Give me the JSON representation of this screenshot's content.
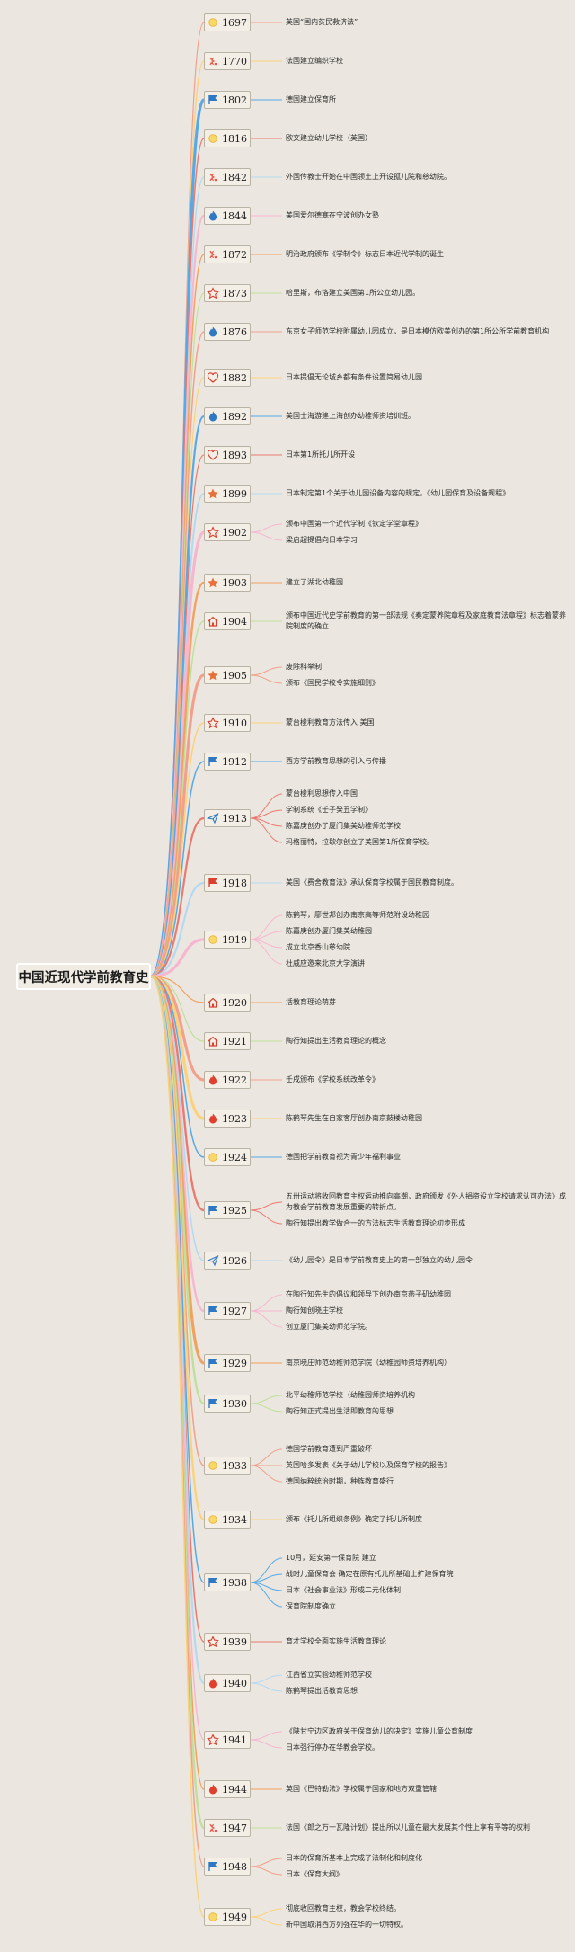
{
  "title": "中国近现代学前教育史",
  "colors": {
    "background": "#ebe7e0",
    "line_palette": [
      "#f2a08c",
      "#fbd27c",
      "#56a9e8",
      "#ea7a70",
      "#b3d9f2",
      "#f7b6d0",
      "#f2a25f",
      "#bfe09a"
    ],
    "node_border": "#b9b3a6"
  },
  "events": [
    {
      "year": "1697",
      "icon": "sun-icon",
      "items": [
        "英国“国内贫民救济法”"
      ]
    },
    {
      "year": "1770",
      "icon": "sparkle-icon",
      "items": [
        "法国建立编织学校"
      ]
    },
    {
      "year": "1802",
      "icon": "flag-icon",
      "items": [
        "德国建立保育所"
      ]
    },
    {
      "year": "1816",
      "icon": "sun-icon",
      "items": [
        "欧文建立幼儿学校（英国）"
      ]
    },
    {
      "year": "1842",
      "icon": "sparkle-icon",
      "items": [
        "外国传教士开始在中国领土上开设孤儿院和慈幼院。"
      ]
    },
    {
      "year": "1844",
      "icon": "flame-icon",
      "items": [
        "美国爱尔德塞在宁波创办女塾"
      ]
    },
    {
      "year": "1872",
      "icon": "sparkle-icon",
      "items": [
        "明治政府颁布《学制令》标志日本近代学制的诞生"
      ]
    },
    {
      "year": "1873",
      "icon": "star-outline-icon",
      "items": [
        "哈里斯，布洛建立美国第1所公立幼儿园。"
      ]
    },
    {
      "year": "1876",
      "icon": "flame-icon",
      "items": [
        "东京女子师范学校附属幼儿园成立，是日本模仿欧美创办的第1所公所学前教育机构"
      ]
    },
    {
      "year": "1882",
      "icon": "heart-icon",
      "items": [
        "日本提倡无论城乡都有条件设置简易幼儿园"
      ]
    },
    {
      "year": "1892",
      "icon": "flame-icon",
      "items": [
        "美国士海游建上海创办幼稚师资培训班。"
      ]
    },
    {
      "year": "1893",
      "icon": "heart-icon",
      "items": [
        "日本第1所托儿所开设"
      ]
    },
    {
      "year": "1899",
      "icon": "star-filled-icon",
      "items": [
        "日本制定第1个关于幼儿园设备内容的规定，《幼儿园保育及设备规程》"
      ]
    },
    {
      "year": "1902",
      "icon": "star-outline-icon",
      "items": [
        "颁布中国第一个近代学制《钦定学堂章程》",
        "梁启超提倡向日本学习"
      ]
    },
    {
      "year": "1903",
      "icon": "star-filled-icon",
      "items": [
        "建立了湖北幼稚园"
      ]
    },
    {
      "year": "1904",
      "icon": "house-icon",
      "items": [
        "颁布中国近代史学前教育的第一部法规《奏定蒙养院章程及家庭教育法章程》标志着蒙养院制度的确立"
      ]
    },
    {
      "year": "1905",
      "icon": "star-filled-icon",
      "items": [
        "废除科举制",
        "颁布《国民学校令实施细则》"
      ]
    },
    {
      "year": "1910",
      "icon": "star-outline-icon",
      "items": [
        "蒙台梭利教育方法传入 美国"
      ]
    },
    {
      "year": "1912",
      "icon": "flag-icon",
      "items": [
        "西方学前教育思想的引入与传播"
      ]
    },
    {
      "year": "1913",
      "icon": "plane-icon",
      "items": [
        "蒙台梭利思想传入中国",
        "学制系统《壬子癸丑学制》",
        "陈嘉庚创办了厦门集美幼稚师范学校",
        "玛格丽特，拉歇尔创立了美国第1所保育学校。"
      ]
    },
    {
      "year": "1918",
      "icon": "flag-red-icon",
      "items": [
        "美国《费舍教育法》承认保育学校属于国民教育制度。"
      ]
    },
    {
      "year": "1919",
      "icon": "sun-icon",
      "items": [
        "陈鹤琴，廖世邦创办南京高等师范附设幼稚园",
        "陈嘉庚创办厦门集美幼稚园",
        "成立北京香山慈幼院",
        "杜威应邀来北京大学演讲"
      ]
    },
    {
      "year": "1920",
      "icon": "house-icon",
      "items": [
        "活教育理论萌芽"
      ]
    },
    {
      "year": "1921",
      "icon": "house-icon",
      "items": [
        "陶行知提出生活教育理论的概念"
      ]
    },
    {
      "year": "1922",
      "icon": "flame-red-icon",
      "items": [
        "壬戌颁布《学校系统改革令》"
      ]
    },
    {
      "year": "1923",
      "icon": "flame-red-icon",
      "items": [
        "陈鹤琴先生在自家客厅创办南京鼓楼幼稚园"
      ]
    },
    {
      "year": "1924",
      "icon": "sun-icon",
      "items": [
        "德国把学前教育视为青少年福利事业"
      ]
    },
    {
      "year": "1925",
      "icon": "flag-icon",
      "items": [
        "五卅运动将收回教育主权运动推向高潮，政府颁发《外人捐资设立学校请求认可办法》成为教会学前教育发展重要的转折点。",
        "陶行知提出教学做合一的方法标志生活教育理论初步形成"
      ]
    },
    {
      "year": "1926",
      "icon": "plane-icon",
      "items": [
        "《幼儿园令》是日本学前教育史上的第一部独立的幼儿园令"
      ]
    },
    {
      "year": "1927",
      "icon": "flag-icon",
      "items": [
        "在陶行知先生的倡议和领导下创办南京燕子矶幼稚园",
        "陶行知创晓庄学校",
        "创立厦门集美幼师范学院。"
      ]
    },
    {
      "year": "1929",
      "icon": "flag-icon",
      "items": [
        "南京晓庄师范幼稚师范学院（幼稚园师资培养机构）"
      ]
    },
    {
      "year": "1930",
      "icon": "flag-icon",
      "items": [
        "北平幼稚师范学校（幼稚园师资培养机构",
        "陶行知正式提出生活即教育的思想"
      ]
    },
    {
      "year": "1933",
      "icon": "sun-icon",
      "items": [
        "德国学前教育遭到严重破坏",
        "英国哈多发表《关于幼儿学校以及保育学校的报告》",
        "德国纳粹统治时期，种族教育盛行"
      ]
    },
    {
      "year": "1934",
      "icon": "sun-icon",
      "items": [
        "颁布《托儿所组织条例》确定了托儿所制度"
      ]
    },
    {
      "year": "1938",
      "icon": "flag-icon",
      "items": [
        "10月，延安第一保育院 建立",
        "战时儿童保育会 确定在原有托儿所基础上扩建保育院",
        "日本《社会事业法》形成二元化体制",
        "保育院制度确立"
      ]
    },
    {
      "year": "1939",
      "icon": "star-outline-icon",
      "items": [
        "育才学校全面实施生活教育理论"
      ]
    },
    {
      "year": "1940",
      "icon": "flame-red-icon",
      "items": [
        "江西省立实验幼稚师范学校",
        "陈鹤琴提出活教育思想"
      ]
    },
    {
      "year": "1941",
      "icon": "star-outline-icon",
      "items": [
        "《陕甘宁边区政府关于保育幼儿的决定》实施儿童公育制度",
        "日本强行停办在华教会学校。"
      ]
    },
    {
      "year": "1944",
      "icon": "flame-red-icon",
      "items": [
        "英国《巴特勒法》学校属于国家和地方双重管辖"
      ]
    },
    {
      "year": "1947",
      "icon": "sparkle-icon",
      "items": [
        "法国《郎之万一瓦隆计划》提出所以儿童在最大发展其个性上享有平等的权利"
      ]
    },
    {
      "year": "1948",
      "icon": "flag-icon",
      "items": [
        "日本的保育所基本上完成了法制化和制度化",
        "日本《保育大纲》"
      ]
    },
    {
      "year": "1949",
      "icon": "sun-icon",
      "items": [
        "彻底收回教育主权，教会学校终结。",
        "新中国取消西方列强在华的一切特权。"
      ]
    }
  ]
}
